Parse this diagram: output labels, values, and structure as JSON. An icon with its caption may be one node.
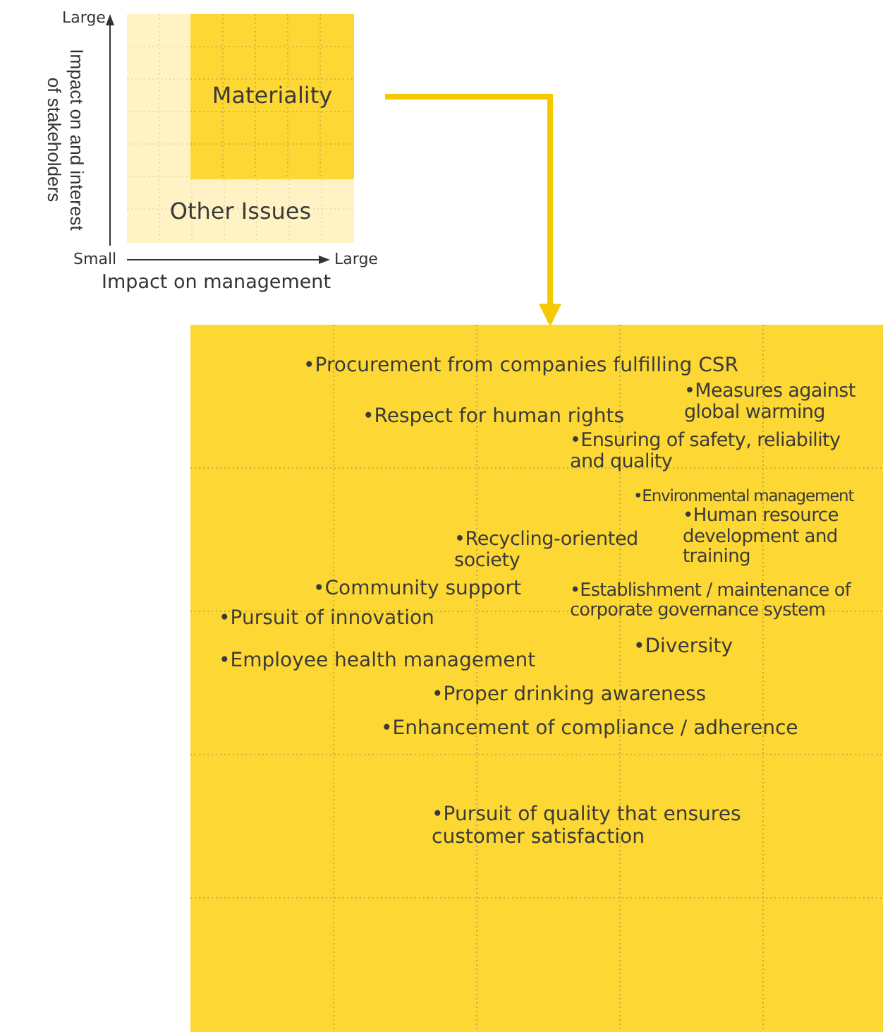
{
  "diagram": {
    "nodes": [
      {
        "text": [
          "Other Issues"
        ]
      },
      {
        "text": [
          "Materiality"
        ],
        "in": 0
      },
      {
        "text": [
          "•Procurement from companies fulfilling CSR",
          "•Respect for human rights",
          "•Measures against global warming",
          "•Ensuring of safety, reliability and quality",
          "•Environmental management",
          "•Recycling-oriented society",
          "•Human resource development and training",
          "•Community support",
          "•Pursuit of innovation",
          "•Establishment / maintenance of corporate governance system",
          "•Diversity",
          "•Employee health management",
          "•Proper drinking awareness",
          "•Enhancement of compliance / adherence",
          "•Pursuit of quality that ensures customer satisfaction"
        ]
      }
    ],
    "edges": [
      {
        "from": 1,
        "to": 2,
        "arrow": "to"
      }
    ],
    "labels": [
      "Large",
      "Impact on and interest of stakeholders",
      "Small",
      "Large",
      "Impact on management"
    ]
  }
}
